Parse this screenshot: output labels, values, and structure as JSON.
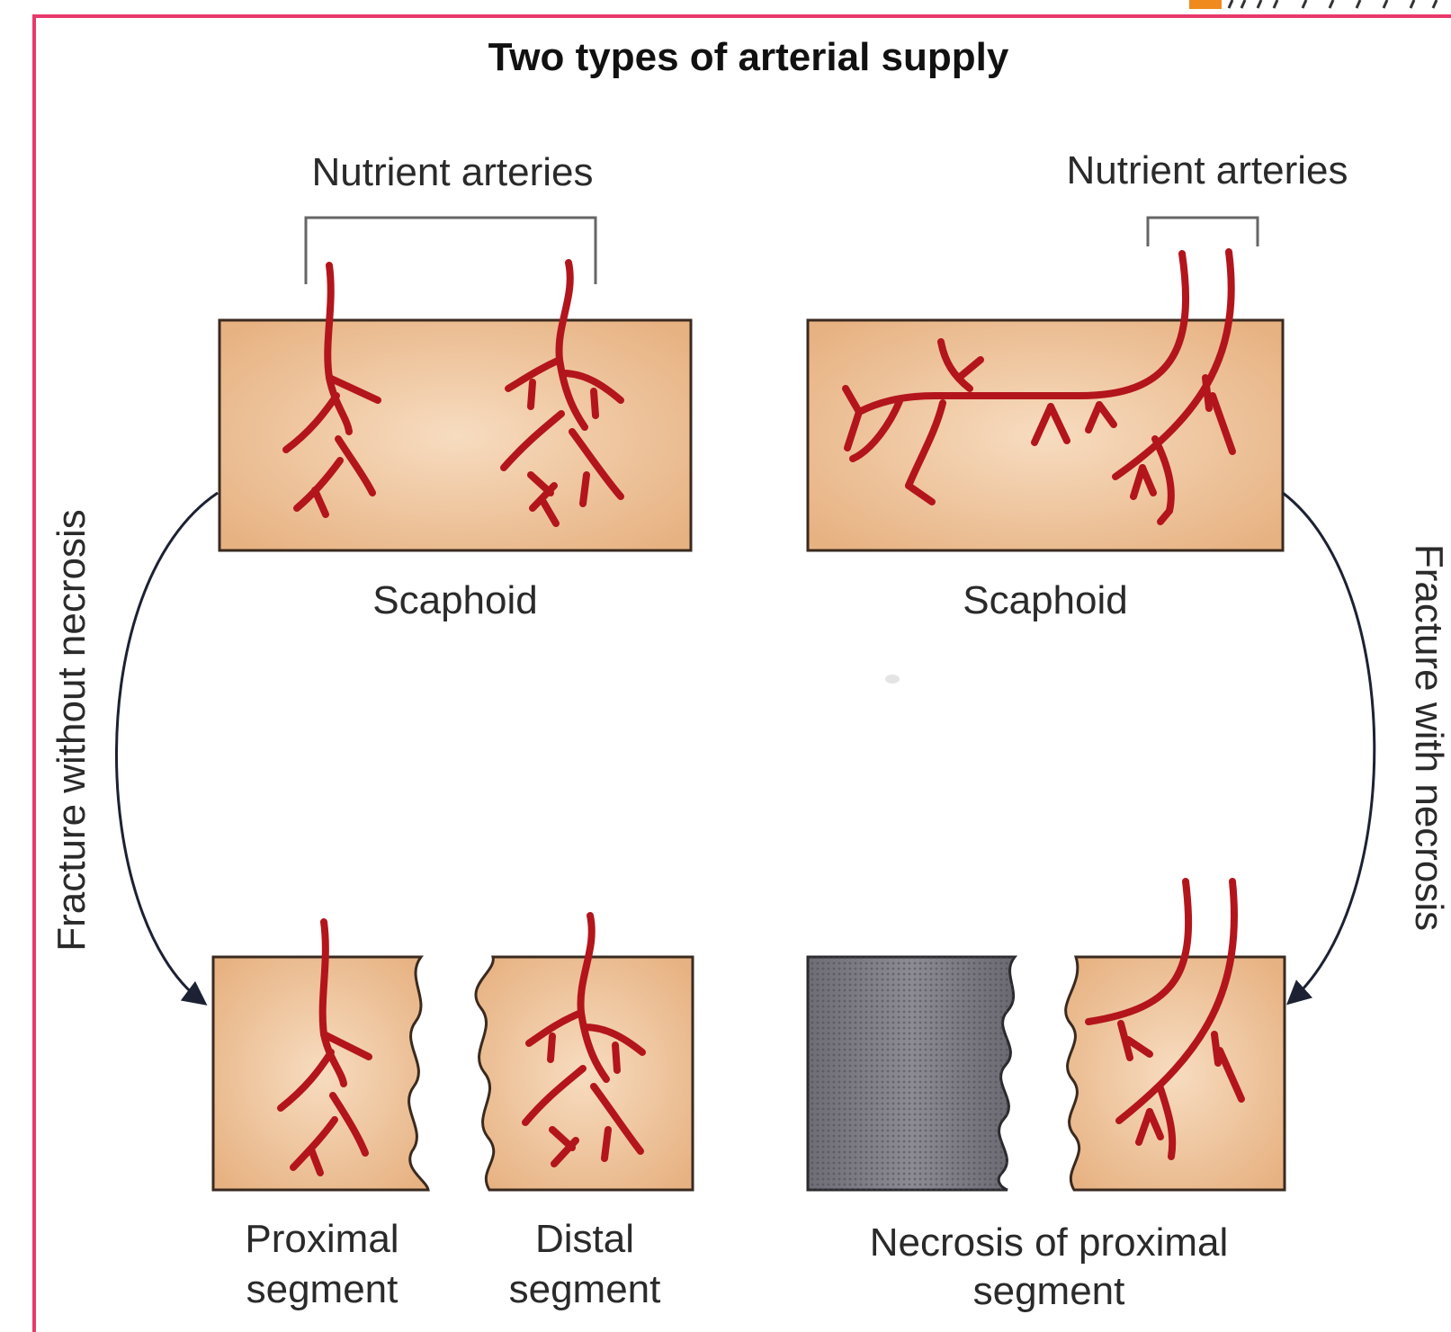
{
  "title": "Two types of arterial supply",
  "left": {
    "nutrient_label": "Nutrient arteries",
    "bone_label": "Scaphoid",
    "arrow_label": "Fracture without necrosis",
    "proximal_label": [
      "Proximal",
      "segment"
    ],
    "distal_label": [
      "Distal",
      "segment"
    ]
  },
  "right": {
    "nutrient_label": "Nutrient arteries",
    "bone_label": "Scaphoid",
    "arrow_label": "Fracture with necrosis",
    "necrosis_label": [
      "Necrosis of proximal",
      "segment"
    ]
  },
  "colors": {
    "frame": "#e8396a",
    "bone": "#eec194",
    "artery": "#b3151c",
    "necrotic": "#7d7b82",
    "logo": "#f08a1f"
  }
}
